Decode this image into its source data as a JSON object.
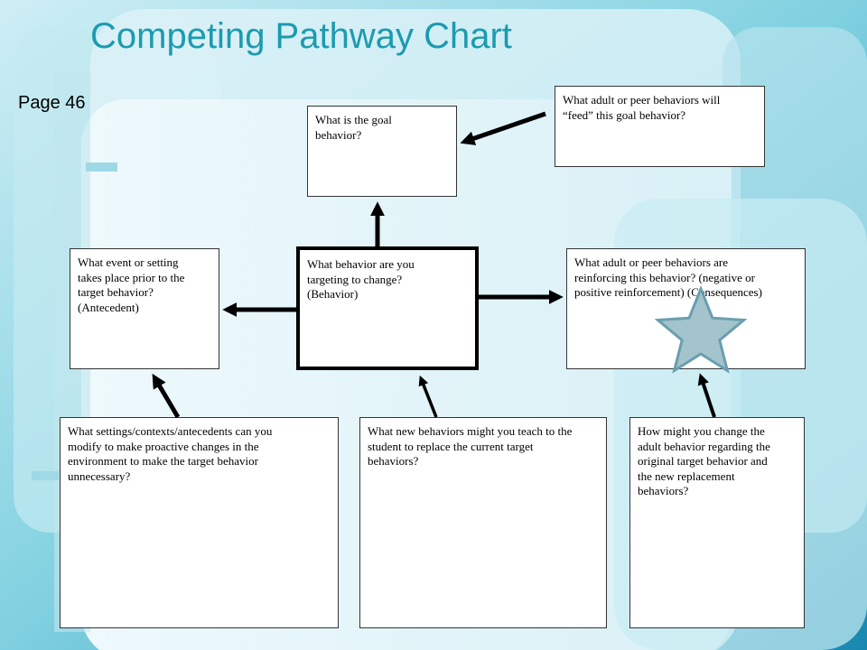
{
  "slide": {
    "title": "Competing Pathway Chart",
    "page_label": "Page 46"
  },
  "boxes": {
    "goal_behavior": "What is the goal\nbehavior?",
    "goal_feed": "What adult or peer behaviors will\n“feed” this goal behavior?",
    "antecedent": "What event or setting\ntakes place prior to the\ntarget behavior?\n(Antecedent)",
    "target_behavior": "What behavior are you\ntargeting to change?\n(Behavior)",
    "consequences": "What adult or peer behaviors are\nreinforcing this behavior? (negative or\npositive reinforcement)  (Consequences)",
    "modify_settings": "What settings/contexts/antecedents can you\nmodify to make proactive changes in the\nenvironment to make the target behavior\nunnecessary?",
    "new_behaviors": "What new behaviors might you teach to the\nstudent to replace the current target\nbehaviors?",
    "change_adult": "How might you change the\nadult behavior regarding the\noriginal target behavior and\nthe new replacement\nbehaviors?"
  },
  "colors": {
    "background": "#1f9fbf",
    "panel": "#eaf7fb",
    "title": "#1b9bb0",
    "star_fill": "#a3c4cc",
    "star_stroke": "#6a9eb0"
  },
  "icons": {
    "star": "star-icon"
  }
}
